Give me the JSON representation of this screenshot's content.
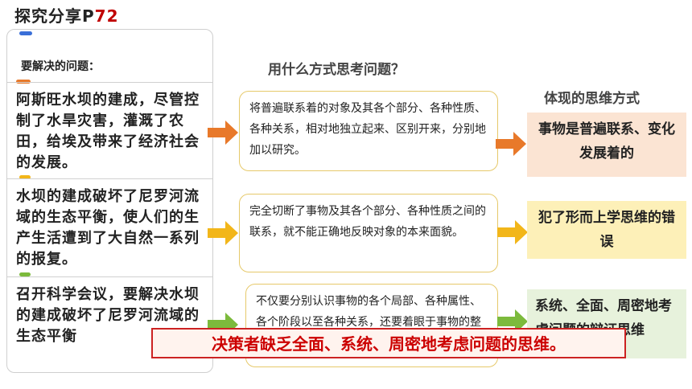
{
  "header": {
    "title_prefix": "探究分享P",
    "title_page": "72"
  },
  "left": {
    "question_label": "要解决的问题：",
    "scenarios": [
      "阿斯旺水坝的建成，尽管控制了水旱灾害，灌溉了农田，给埃及带来了经济社会的发展。",
      "水坝的建成破坏了尼罗河流域的生态平衡，使人们的生产生活遭到了大自然一系列的报复。",
      "召开科学会议，要解决水坝的建成破坏了尼罗河流域的生态平衡"
    ]
  },
  "middle": {
    "header": "用什么方式思考问题？",
    "boxes": [
      "将普遍联系着的对象及其各个部分、各种性质、各种关系，相对地独立起来、区别开来，分别地加以研究。",
      "完全切断了事物及其各个部分、各种性质之间的联系，就不能正确地反映对象的本来面貌。",
      "不仅要分别认识事物的各个局部、各种属性、各个阶段以至各种关系，还要着眼于事物的整体及其发展趋势。"
    ]
  },
  "right": {
    "header": "体现的思维方式",
    "results": [
      "事物是普遍联系、变化发展着的",
      "犯了形而上学思维的错误",
      "系统、全面、周密地考虑问题的辩证思维"
    ]
  },
  "banner": {
    "text": "决策者缺乏全面、系统、周密地考虑问题的思维。"
  },
  "colors": {
    "arrow_orange": "#e8792a",
    "arrow_yellow": "#f2b61a",
    "arrow_green": "#7cba3c",
    "result1_bg": "#fbe4d3",
    "result2_bg": "#fdf0b8",
    "result3_bg": "#e7f2dc",
    "banner_border": "#cc2222"
  }
}
